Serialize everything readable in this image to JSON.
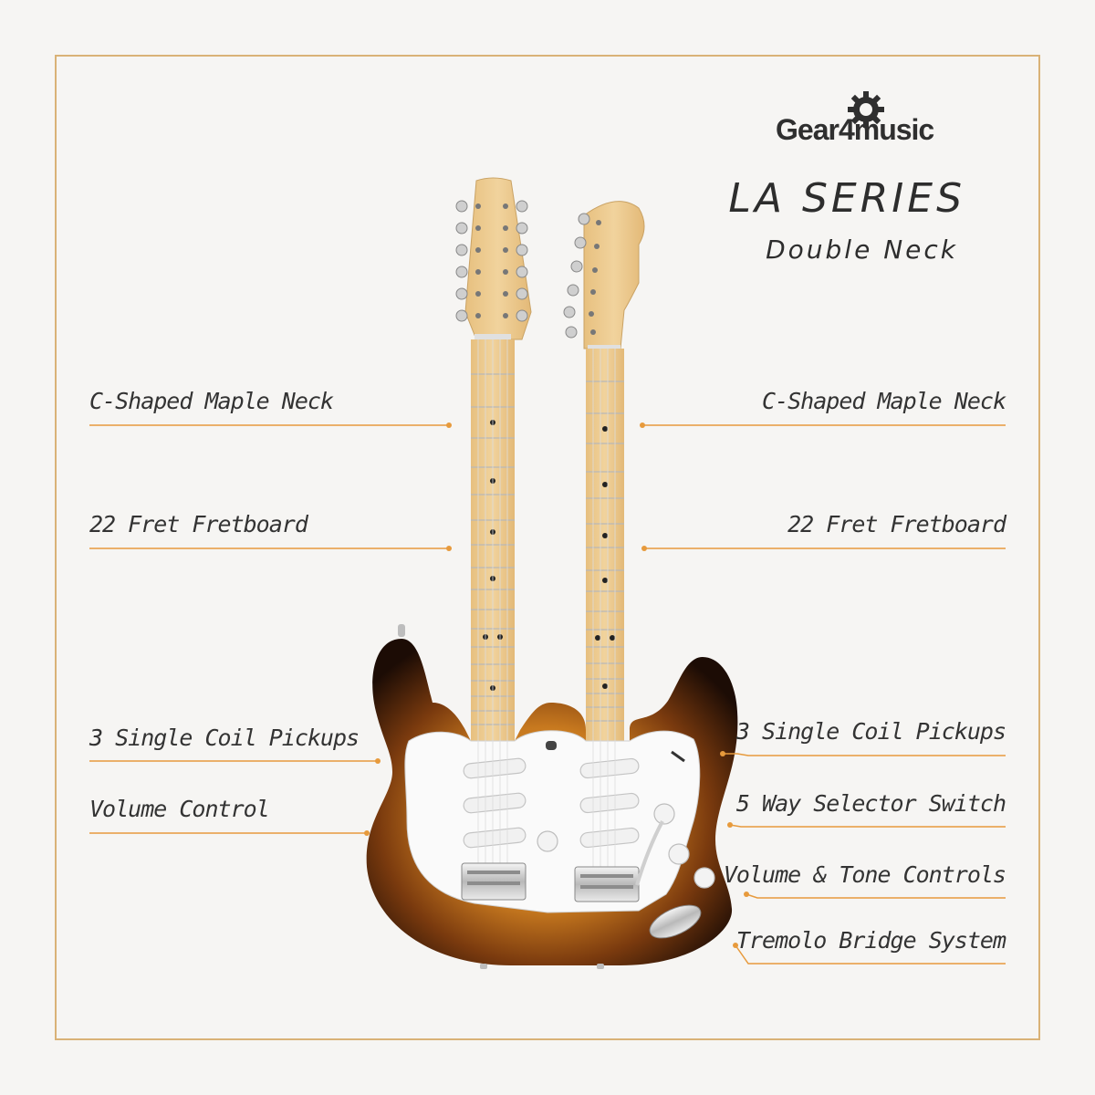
{
  "brand": {
    "name": "Gear4music"
  },
  "series": {
    "title": "LA SERIES",
    "subtitle": "Double Neck"
  },
  "colors": {
    "accent": "#e79a3c",
    "border": "#d9b277",
    "sunburst_dark": "#2a1409",
    "sunburst_light": "#d48a2c",
    "maple": "#ecca8e",
    "pickguard": "#fafafa"
  },
  "callouts": {
    "left": [
      "C-Shaped Maple Neck",
      "22 Fret Fretboard",
      "3 Single Coil Pickups",
      "Volume Control"
    ],
    "right": [
      "C-Shaped Maple Neck",
      "22 Fret Fretboard",
      "3 Single Coil Pickups",
      "5 Way Selector Switch",
      "Volume & Tone Controls",
      "Tremolo Bridge System"
    ]
  }
}
